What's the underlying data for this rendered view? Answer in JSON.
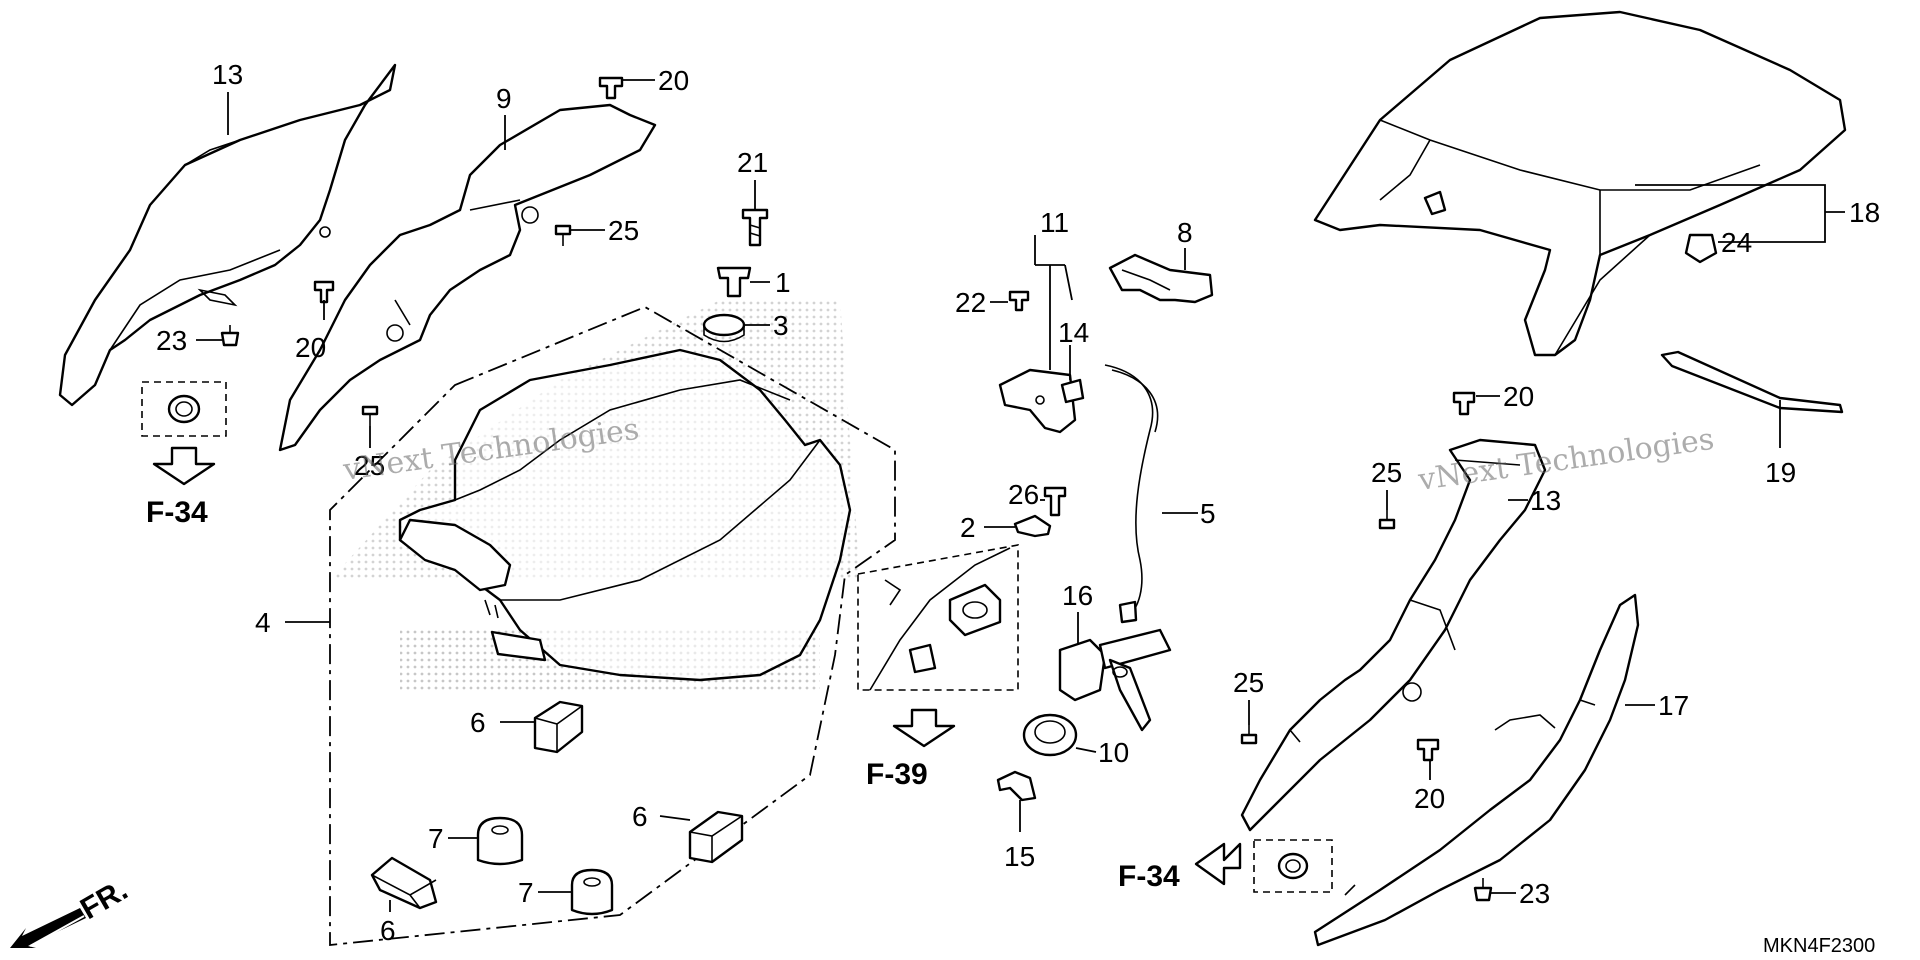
{
  "diagram": {
    "code": "MKN4F2300",
    "front_label": "FR.",
    "watermark": {
      "line1": "vNext Technologies",
      "line2": "vNext Technologies"
    },
    "references": [
      {
        "id": "ref-f34-left",
        "label": "F-34"
      },
      {
        "id": "ref-f39",
        "label": "F-39"
      },
      {
        "id": "ref-f34-right",
        "label": "F-34"
      }
    ],
    "callouts": [
      "13",
      "9",
      "20",
      "21",
      "1",
      "3",
      "25",
      "20",
      "23",
      "25",
      "4",
      "6",
      "7",
      "6",
      "7",
      "6",
      "11",
      "8",
      "22",
      "14",
      "5",
      "26",
      "2",
      "16",
      "10",
      "15",
      "18",
      "24",
      "19",
      "20",
      "25",
      "13",
      "25",
      "20",
      "17",
      "23"
    ]
  }
}
